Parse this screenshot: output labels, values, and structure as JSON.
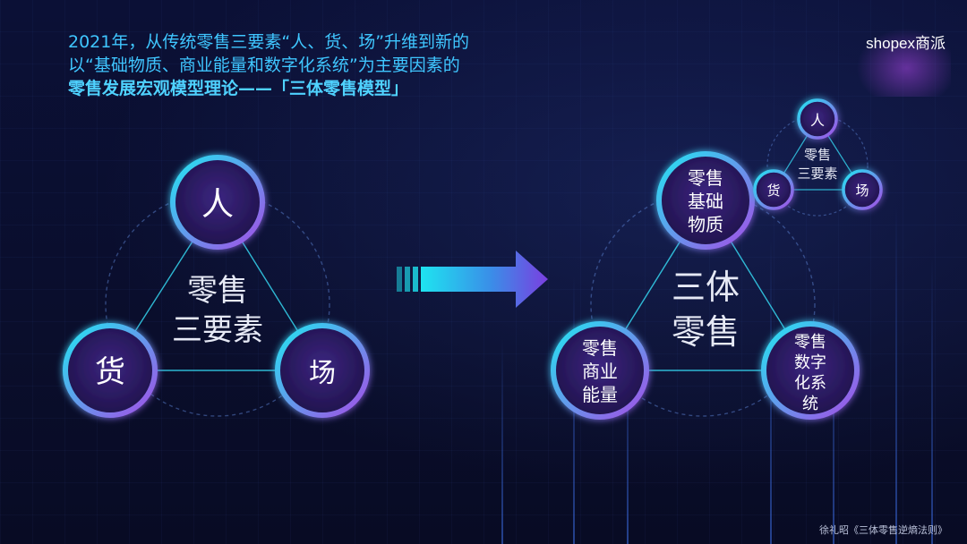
{
  "headline": {
    "line1": "2021年，从传统零售三要素“人、货、场”升维到新的",
    "line2": "以“基础物质、商业能量和数字化系统”为主要因素的",
    "line3": "零售发展宏观模型理论——「三体零售模型」"
  },
  "logo": {
    "text": "shopex商派"
  },
  "left_model": {
    "center_lines": [
      "零售",
      "三要素"
    ],
    "nodes": {
      "top": "人",
      "left": "货",
      "right": "场"
    }
  },
  "right_model": {
    "center_lines": [
      "三体",
      "零售"
    ],
    "top_node_lines": [
      "零售",
      "基础",
      "物质"
    ],
    "left_node_lines": [
      "零售",
      "商业",
      "能量"
    ],
    "right_node_lines": [
      "零售",
      "数字",
      "化系",
      "统"
    ]
  },
  "mini_model": {
    "center_lines": [
      "零售",
      "三要素"
    ],
    "nodes": {
      "top": "人",
      "left": "货",
      "right": "场"
    }
  },
  "source": "徐礼昭《三体零售逆熵法则》",
  "colors": {
    "cyan": "#22e0f0",
    "purple": "#9b4de0",
    "node_fill": "#2a1a60",
    "headline": "#3fc6ff"
  }
}
